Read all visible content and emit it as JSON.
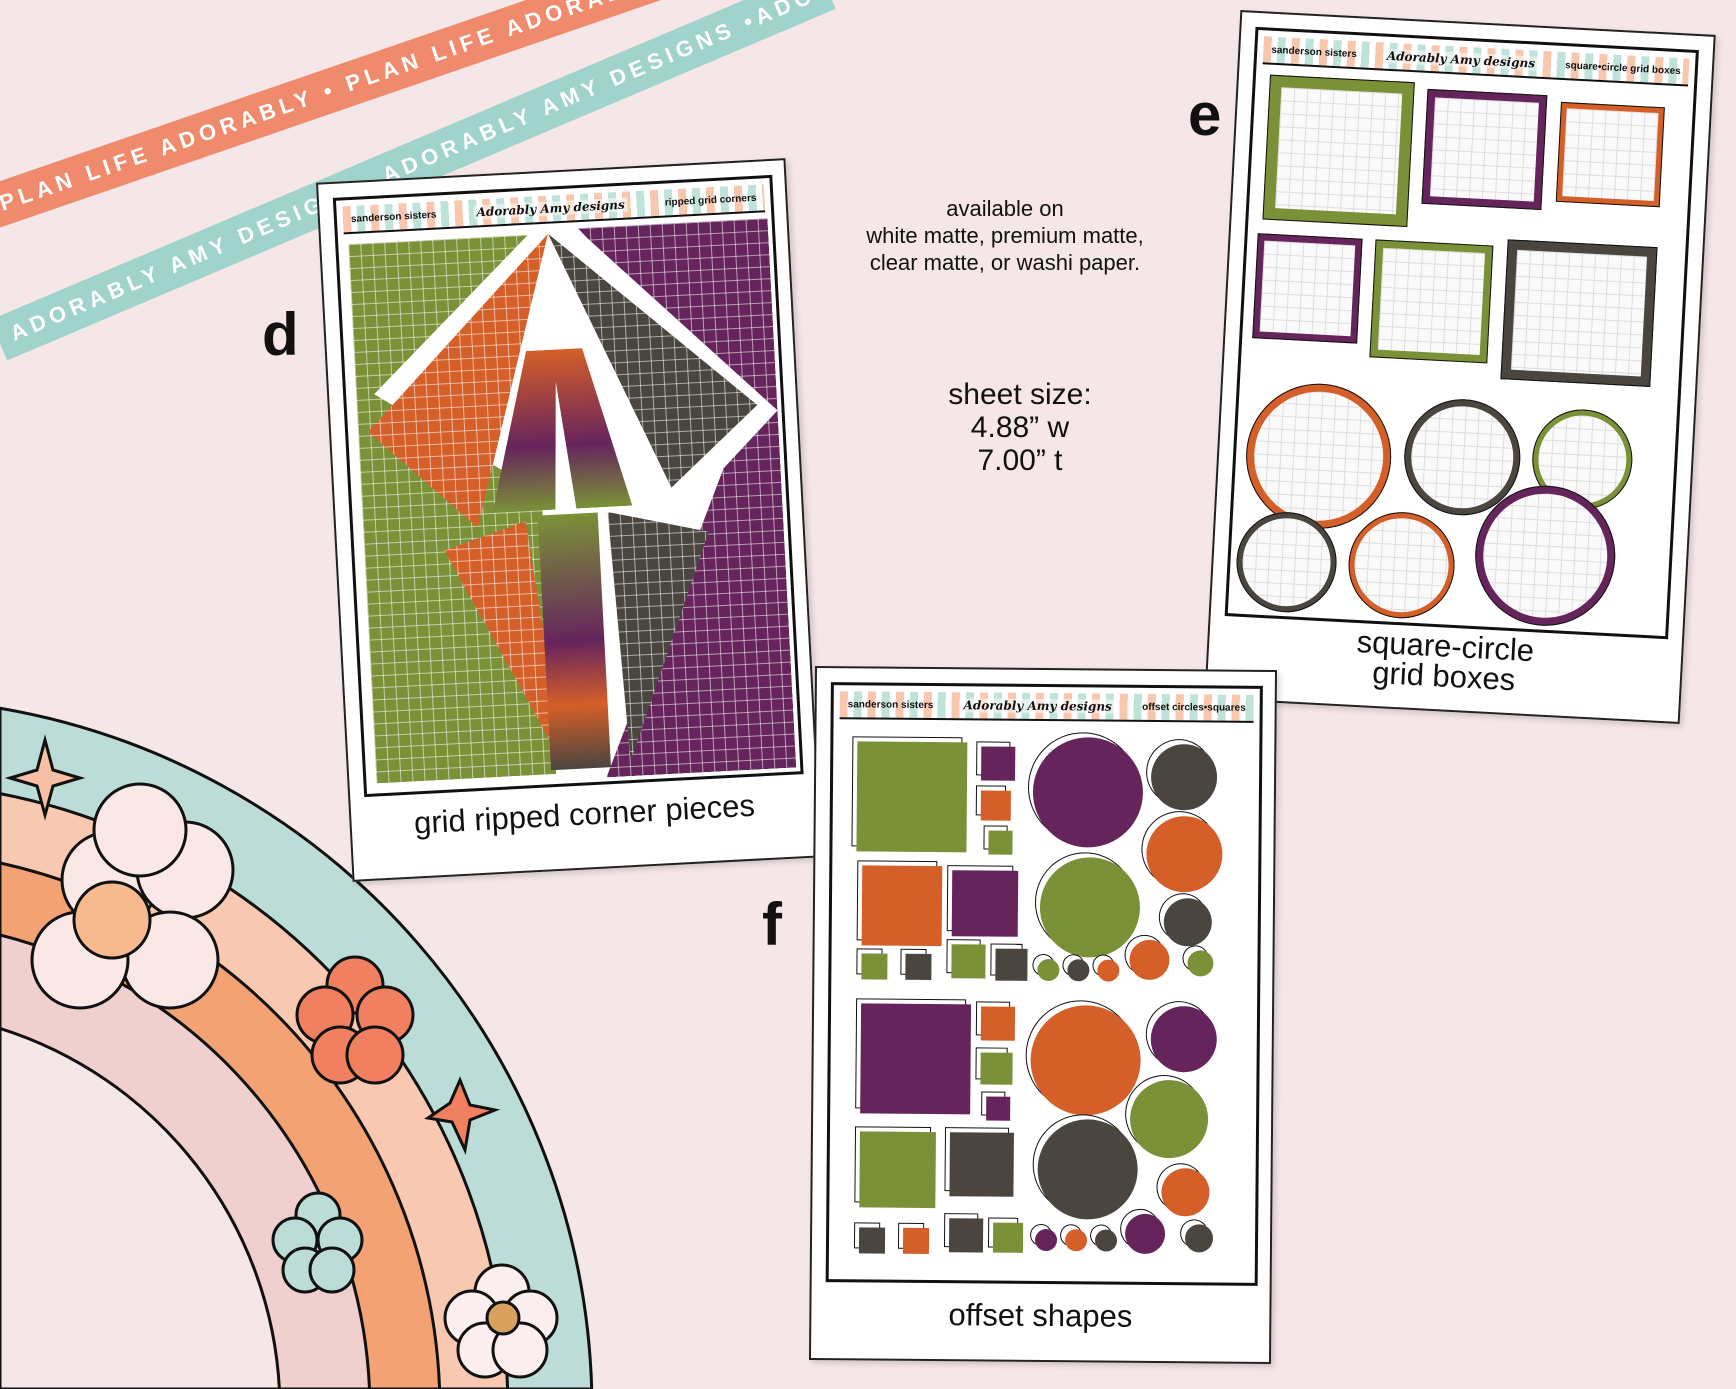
{
  "ribbons": {
    "top": "PLAN LIFE ADORABLY • PLAN LIFE ADORABLY • PLAN LIFE ADORABLY",
    "bottom": "ADORABLY AMY DESIGNS• ADORABLY AMY DESIGNS •ADORABLY AMY DESIGNS"
  },
  "brand": "Adorably Amy designs",
  "info": {
    "line1": "available on",
    "line2": "white matte, premium matte,",
    "line3": "clear matte, or washi paper.",
    "size_label": "sheet size:",
    "width": "4.88” w",
    "height": "7.00” t"
  },
  "cards": [
    {
      "letter": "d",
      "collection": "sanderson sisters",
      "sheet_title": "ripped grid corners",
      "caption": "grid ripped corner pieces"
    },
    {
      "letter": "e",
      "collection": "sanderson sisters",
      "sheet_title": "square•circle grid boxes",
      "caption_line1": "square-circle",
      "caption_line2": "grid boxes"
    },
    {
      "letter": "f",
      "collection": "sanderson sisters",
      "sheet_title": "offset circles•squares",
      "caption": "offset shapes"
    }
  ],
  "colors": {
    "green": "#7b9138",
    "purple": "#66245c",
    "orange": "#d55f28",
    "charcoal": "#4a463f",
    "teal": "#9fd3cc",
    "salmon": "#f08a6c"
  }
}
